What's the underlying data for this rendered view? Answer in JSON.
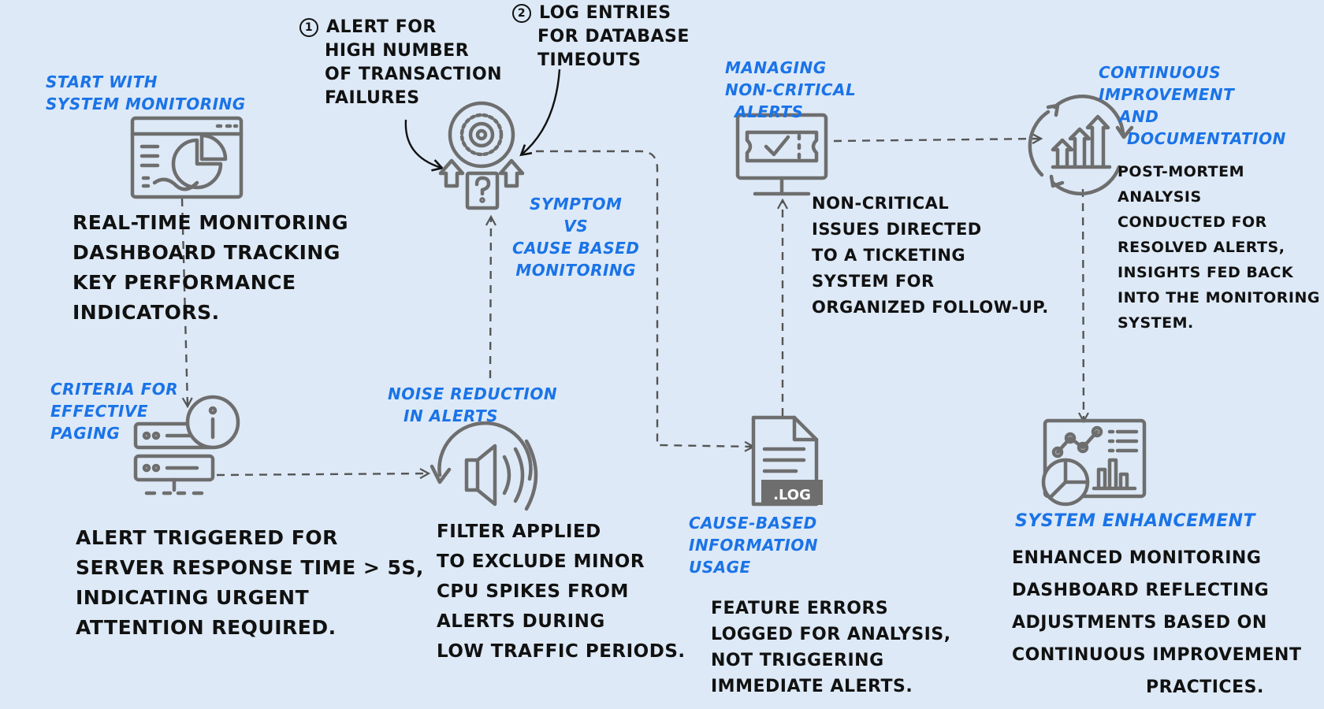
{
  "colors": {
    "background": "#dde9f6",
    "label": "#1a73e8",
    "text": "#111111",
    "icon": "#6e6e6e"
  },
  "nodes": {
    "monitoring": {
      "label": [
        "START WITH",
        "SYSTEM MONITORING"
      ],
      "desc": [
        "REAL-TIME MONITORING",
        "DASHBOARD TRACKING",
        "KEY PERFORMANCE",
        "INDICATORS."
      ],
      "icon": "dashboard-pie-icon"
    },
    "paging": {
      "label": [
        "CRITERIA FOR",
        "EFFECTIVE",
        "PAGING"
      ],
      "desc": [
        "ALERT TRIGGERED FOR",
        "SERVER RESPONSE TIME > 5S,",
        "INDICATING URGENT",
        "ATTENTION REQUIRED."
      ],
      "icon": "server-info-icon"
    },
    "noise": {
      "label": [
        "NOISE REDUCTION",
        "IN ALERTS"
      ],
      "desc": [
        "FILTER APPLIED",
        "TO EXCLUDE MINOR",
        "CPU SPIKES FROM",
        "ALERTS DURING",
        "LOW TRAFFIC PERIODS."
      ],
      "icon": "speaker-refresh-icon"
    },
    "symptom": {
      "label": [
        "SYMPTOM",
        "VS",
        "CAUSE BASED",
        "MONITORING"
      ],
      "icon": "gear-question-icon",
      "note1": {
        "number": "1",
        "lines": [
          "ALERT FOR",
          "HIGH NUMBER",
          "OF TRANSACTION",
          "FAILURES"
        ]
      },
      "note2": {
        "number": "2",
        "lines": [
          "LOG ENTRIES",
          "FOR DATABASE",
          "TIMEOUTS"
        ]
      }
    },
    "cause": {
      "label": [
        "CAUSE-BASED",
        "INFORMATION",
        "USAGE"
      ],
      "desc": [
        "FEATURE ERRORS",
        "LOGGED FOR ANALYSIS,",
        "NOT TRIGGERING",
        "IMMEDIATE ALERTS."
      ],
      "icon": "log-file-icon",
      "badge": ".LOG"
    },
    "noncritical": {
      "label": [
        "MANAGING",
        "NON-CRITICAL",
        "ALERTS"
      ],
      "desc": [
        "NON-CRITICAL",
        "ISSUES DIRECTED",
        "TO A TICKETING",
        "SYSTEM FOR",
        "ORGANIZED FOLLOW-UP."
      ],
      "icon": "monitor-ticket-icon"
    },
    "improvement": {
      "label": [
        "CONTINUOUS",
        "IMPROVEMENT",
        "AND",
        "DOCUMENTATION"
      ],
      "desc": [
        "POST-MORTEM",
        "ANALYSIS",
        "CONDUCTED FOR",
        "RESOLVED ALERTS,",
        "INSIGHTS FED BACK",
        "INTO THE MONITORING",
        "SYSTEM."
      ],
      "icon": "cycle-growth-icon"
    },
    "enhancement": {
      "label": [
        "SYSTEM ENHANCEMENT"
      ],
      "desc": [
        "ENHANCED MONITORING",
        "DASHBOARD REFLECTING",
        "ADJUSTMENTS BASED ON",
        "CONTINUOUS IMPROVEMENT",
        "PRACTICES."
      ],
      "icon": "analytics-dashboard-icon"
    }
  }
}
